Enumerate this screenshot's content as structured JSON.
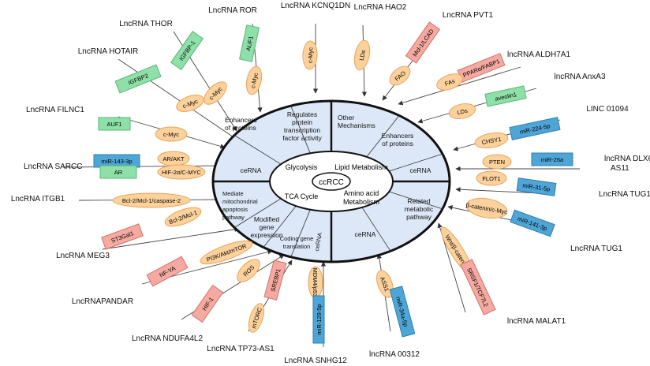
{
  "colors": {
    "orange_fill": "#fcd19c",
    "orange_stroke": "#e7a55b",
    "blue_fill": "#4fa5d6",
    "blue_stroke": "#2f7fb0",
    "green_fill": "#8fdfa8",
    "green_stroke": "#57b878",
    "pink_fill": "#f4a9a1",
    "pink_stroke": "#d57268",
    "wheel_fill": "#dce8f7",
    "line": "#444444"
  },
  "center": {
    "label": "ccRCC"
  },
  "inner_ring": [
    "Glycolysis",
    "Lipid Metabolism",
    "TCA Cycle",
    "Amino acid Metabolism"
  ],
  "sectors": [
    {
      "text": "Enhancers of proteins"
    },
    {
      "text": "Regulates protein transcription factor activity"
    },
    {
      "text": "ceRNA"
    },
    {
      "text": "Other Mechanisms"
    },
    {
      "text": "Enhancers of proteins"
    },
    {
      "text": "ceRNA"
    },
    {
      "text": "Mediate mitochondrial apoptosis pathway"
    },
    {
      "text": "Modified gene expression"
    },
    {
      "text": "Coding gene translation"
    },
    {
      "text": "ceRNA"
    },
    {
      "text": "ceRNA"
    },
    {
      "text": "Related metabolic pathway"
    }
  ],
  "lncrnas": [
    "LncRNA ROR",
    "LncRNA KCNQ1DN",
    "LncRNA HAO2",
    "LncRNA PVT1",
    "LncRNA THOR",
    "LncRNA HOTAIR",
    "lncRNA ALDH7A1",
    "lncRNA AnxA3",
    "LncRNA FILNC1",
    "LINC 01094",
    "LncRNA SARCC",
    "lncRNA DLX6-AS11",
    "LncRNA ITGB1",
    "LncRNA TUG1",
    "LncRNA TUG1",
    "LncRNA MEG3",
    "LncRNAPANDAR",
    "lncRNA MALAT1",
    "LncRNA NDUFA4L2",
    "LncRNA TP73-AS1",
    "LncRNA SNHG12",
    "lncRNA 00312"
  ],
  "nodes": [
    "AUF1",
    "c-Myc",
    "c-Myc",
    "LDs",
    "Mcl-1/LCAD",
    "FAO",
    "IGFBP-1",
    "c-Myc",
    "IGFBP2",
    "c-Myc",
    "PPARα/FABP1",
    "FAs",
    "aveolin1",
    "LDs",
    "AUF1",
    "c-Myc",
    "miR-224-5p",
    "CHSY1",
    "miR-143-3p",
    "AR/AKT",
    "AR",
    "HIF-2α/C-MYC",
    "miR-26a",
    "PTEN",
    "Bcl-2/Mcl-1/caspase-2",
    "FLOT1",
    "miR-31-5p",
    "β-catenin/c-Myc",
    "miR-141-3p",
    "ST3Gal1",
    "Bcl-2/Mcl-1",
    "PI3K/Akt/mTOR",
    "NF-YA",
    "ROS",
    "Wnt/β-catenin",
    "SRSF1/TCF7L2",
    "HIF-1",
    "SREBP1",
    "mTORC",
    "MDM4/p53",
    "miR-129-5p",
    "ASS1",
    "miR-34a-5p"
  ]
}
